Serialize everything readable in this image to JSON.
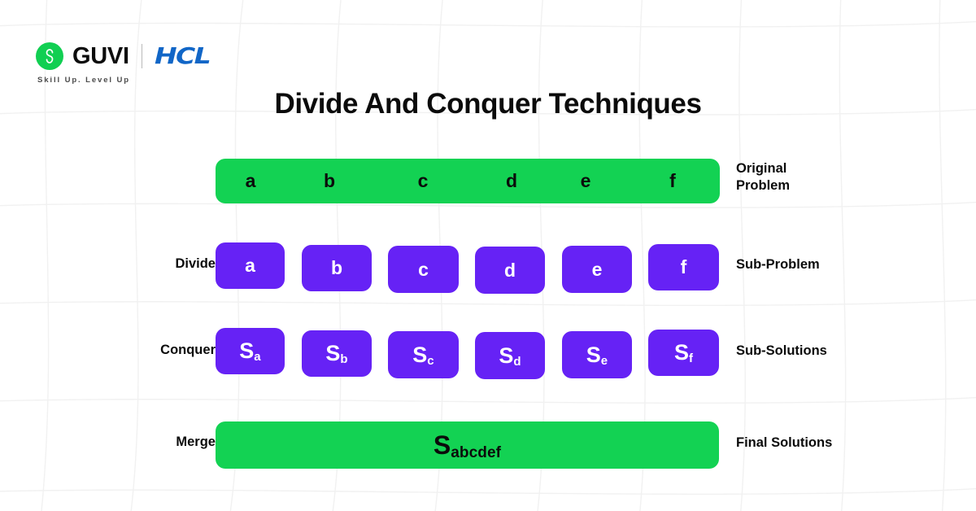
{
  "brand": {
    "mark_icon": "guvi-g-logo-icon",
    "name": "GUVI",
    "partner": "HCL",
    "tagline": "Skill Up. Level Up"
  },
  "title": "Divide And Conquer Techniques",
  "colors": {
    "green": "#13d253",
    "purple": "#6622f5",
    "text": "#0b0b0b",
    "hcl_blue": "#1166c7",
    "background": "#ffffff",
    "grid_line": "#f1f1f1"
  },
  "diagram": {
    "rows": [
      {
        "stage_label": "",
        "result_label": "Original\nProblem",
        "result_label_line1": "Original",
        "result_label_line2": "Problem",
        "type": "single-bar",
        "color": "green",
        "items": [
          "a",
          "b",
          "c",
          "d",
          "e",
          "f"
        ]
      },
      {
        "stage_label": "Divide",
        "result_label": "Sub-Problem",
        "type": "split-boxes",
        "color": "purple",
        "items": [
          "a",
          "b",
          "c",
          "d",
          "e",
          "f"
        ]
      },
      {
        "stage_label": "Conquer",
        "result_label": "Sub-Solutions",
        "type": "split-boxes",
        "color": "purple",
        "items": [
          {
            "base": "S",
            "sub": "a"
          },
          {
            "base": "S",
            "sub": "b"
          },
          {
            "base": "S",
            "sub": "c"
          },
          {
            "base": "S",
            "sub": "d"
          },
          {
            "base": "S",
            "sub": "e"
          },
          {
            "base": "S",
            "sub": "f"
          }
        ]
      },
      {
        "stage_label": "Merge",
        "result_label": "Final Solutions",
        "type": "single-bar",
        "color": "green",
        "merged": {
          "base": "S",
          "sub": "abcdef"
        }
      }
    ]
  }
}
